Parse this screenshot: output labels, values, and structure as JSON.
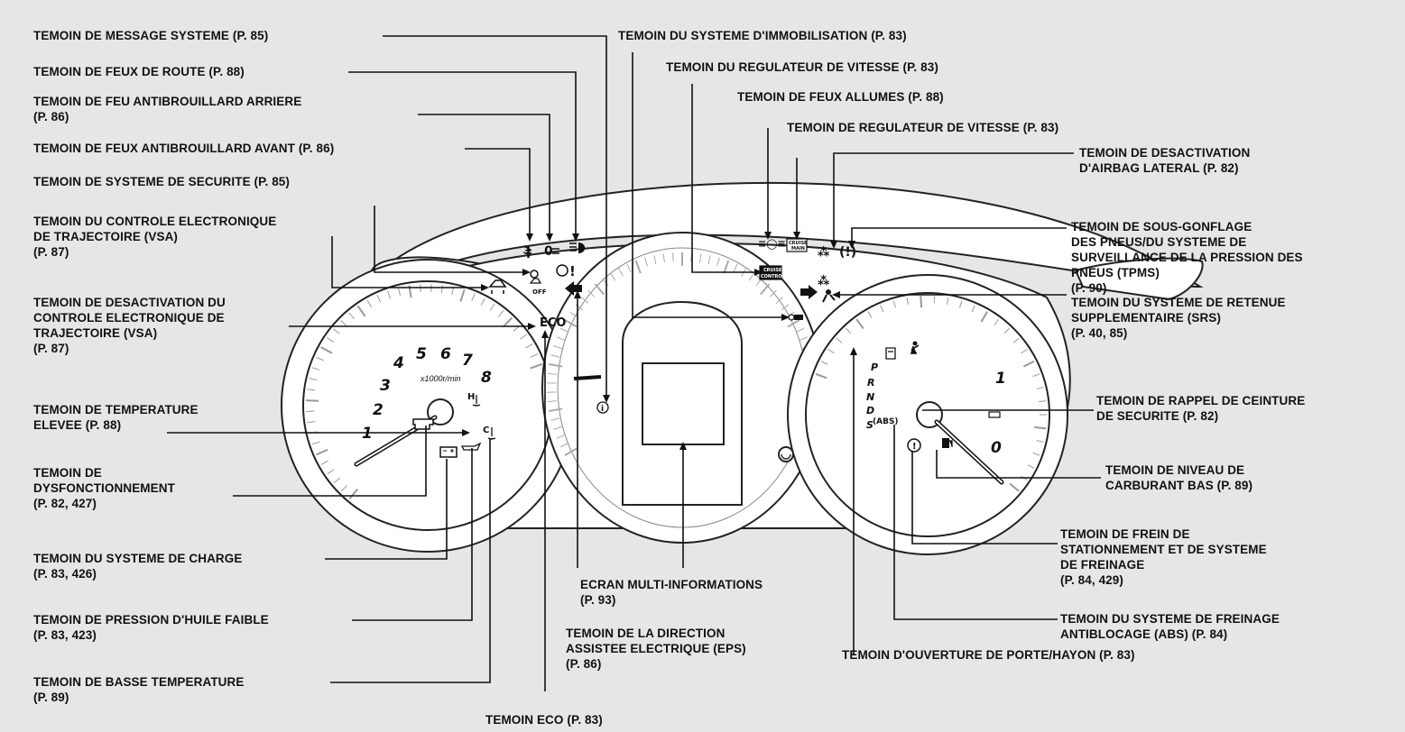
{
  "labels": {
    "msg_system": "TEMOIN DE MESSAGE SYSTEME (P. 85)",
    "high_beam": "TEMOIN DE FEUX DE ROUTE (P. 88)",
    "rear_fog": "TEMOIN DE FEU ANTIBROUILLARD ARRIERE\n(P. 86)",
    "front_fog": "TEMOIN DE FEUX ANTIBROUILLARD AVANT (P. 86)",
    "security": "TEMOIN DE SYSTEME DE SECURITE (P. 85)",
    "vsa": "TEMOIN DU CONTROLE ELECTRONIQUE\nDE TRAJECTOIRE (VSA)\n(P. 87)",
    "vsa_off": "TEMOIN DE DESACTIVATION DU\nCONTROLE ELECTRONIQUE DE\nTRAJECTOIRE (VSA)\n(P. 87)",
    "high_temp": "TEMOIN DE TEMPERATURE\nELEVEE (P. 88)",
    "malfunction": "TEMOIN DE\nDYSFONCTIONNEMENT\n(P. 82, 427)",
    "charging": "TEMOIN DU SYSTEME DE CHARGE\n(P. 83, 426)",
    "oil": "TEMOIN DE PRESSION D'HUILE FAIBLE\n(P. 83, 423)",
    "low_temp": "TEMOIN DE BASSE TEMPERATURE\n(P. 89)",
    "eco": "TEMOIN ECO (P. 83)",
    "eps": "TEMOIN DE LA DIRECTION\nASSISTEE ELECTRIQUE (EPS)\n(P. 86)",
    "mid": "ECRAN MULTI-INFORMATIONS\n(P. 93)",
    "immobilizer": "TEMOIN DU SYSTEME D'IMMOBILISATION (P. 83)",
    "cruise_main": "TEMOIN DU REGULATEUR DE VITESSE (P. 83)",
    "lights_on": "TEMOIN DE FEUX ALLUMES (P. 88)",
    "cruise_control": "TEMOIN DE REGULATEUR DE VITESSE (P. 83)",
    "side_airbag": "TEMOIN DE DESACTIVATION\nD'AIRBAG LATERAL (P. 82)",
    "tpms": "TEMOIN DE SOUS-GONFLAGE\nDES PNEUS/DU SYSTEME DE\nSURVEILLANCE DE LA PRESSION DES\nPNEUS (TPMS)\n(P. 90)",
    "srs": "TEMOIN DU SYSTEME DE RETENUE\nSUPPLEMENTAIRE (SRS)\n(P. 40, 85)",
    "seatbelt": "TEMOIN DE RAPPEL DE CEINTURE\nDE SECURITE (P. 82)",
    "fuel": "TEMOIN DE NIVEAU DE\nCARBURANT BAS (P. 89)",
    "brake": "TEMOIN DE FREIN DE\nSTATIONNEMENT ET DE SYSTEME\nDE FREINAGE\n(P. 84, 429)",
    "abs": "TEMOIN DU SYSTEME DE FREINAGE\nANTIBLOCAGE (ABS) (P. 84)",
    "door": "TEMOIN D'OUVERTURE DE PORTE/HAYON (P. 83)"
  },
  "gauge": {
    "tach_numbers": [
      "1",
      "2",
      "3",
      "4",
      "5",
      "6",
      "7",
      "8"
    ],
    "tach_unit": "x1000r/min",
    "fuel_numbers": [
      "1",
      "0"
    ],
    "gear_letters": [
      "P",
      "R",
      "N",
      "D",
      "S"
    ]
  },
  "icons": {
    "eco_text": "ECO",
    "abs_text": "(ABS)",
    "cruise_main_text": [
      "CRUISE",
      "MAIN"
    ],
    "cruise_control_text": [
      "CRUISE",
      "CONTROL"
    ],
    "hot_text": "H",
    "cold_text": "C"
  },
  "colors": {
    "line": "#111111",
    "background": "#e6e6e6",
    "panel": "#ffffff"
  }
}
